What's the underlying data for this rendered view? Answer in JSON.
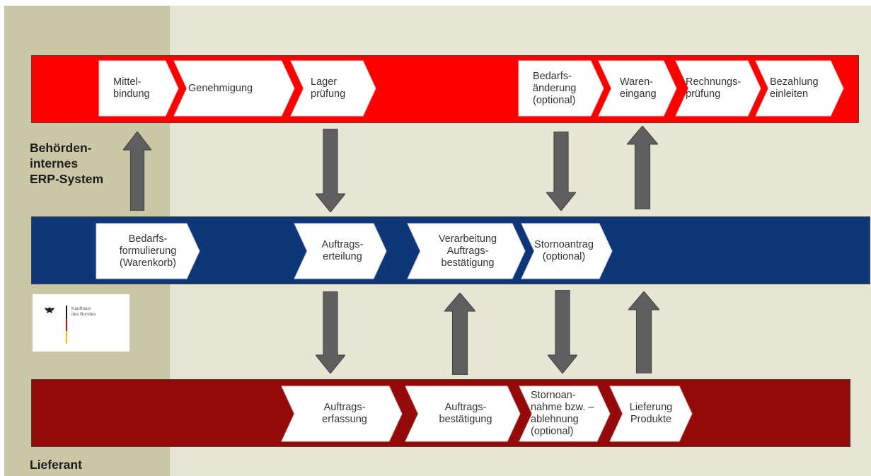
{
  "colors": {
    "background_left": "#c9c7a5",
    "background_right": "#e7e6d4",
    "band_erp": "#ff0000",
    "band_portal": "#0d3778",
    "band_supplier": "#960909",
    "arrow": "#5f5f5f",
    "chevron_fill": "#ffffff"
  },
  "labels": {
    "erp_system": [
      "Behörden-",
      "internes",
      "ERP-System"
    ],
    "supplier": "Lieferant"
  },
  "logo": {
    "lines": [
      "Kaufhaus",
      "des Bundes"
    ]
  },
  "erp_steps": [
    {
      "lines": [
        "Mittel-",
        "bindung"
      ]
    },
    {
      "lines": [
        "Genehmigung"
      ]
    },
    {
      "lines": [
        "Lager",
        "prüfung"
      ]
    },
    {
      "lines": [
        "Bedarfs-",
        "änderung",
        "(optional)"
      ]
    },
    {
      "lines": [
        "Waren-",
        "eingang"
      ]
    },
    {
      "lines": [
        "Rechnungs-",
        "prüfung"
      ]
    },
    {
      "lines": [
        "Bezahlung",
        "einleiten"
      ]
    }
  ],
  "portal_steps": [
    {
      "lines": [
        "Bedarfs-",
        "formulierung",
        "(Warenkorb)"
      ]
    },
    {
      "lines": [
        "Auftrags-",
        "erteilung"
      ]
    },
    {
      "lines": [
        "Verarbeitung",
        "Auftrags-",
        "bestätigung"
      ]
    },
    {
      "lines": [
        "Stornoantrag",
        "(optional)"
      ]
    }
  ],
  "supplier_steps": [
    {
      "lines": [
        "Auftrags-",
        "erfassung"
      ]
    },
    {
      "lines": [
        "Auftrags-",
        "bestätigung"
      ]
    },
    {
      "lines": [
        "Stornoan-",
        "nahme bzw. –",
        "ablehnung",
        "(optional)"
      ]
    },
    {
      "lines": [
        "Lieferung",
        "Produkte"
      ]
    }
  ],
  "arrows": [
    {
      "direction": "up"
    },
    {
      "direction": "down"
    },
    {
      "direction": "down"
    },
    {
      "direction": "up"
    },
    {
      "direction": "down"
    },
    {
      "direction": "up"
    },
    {
      "direction": "down"
    },
    {
      "direction": "up"
    }
  ]
}
